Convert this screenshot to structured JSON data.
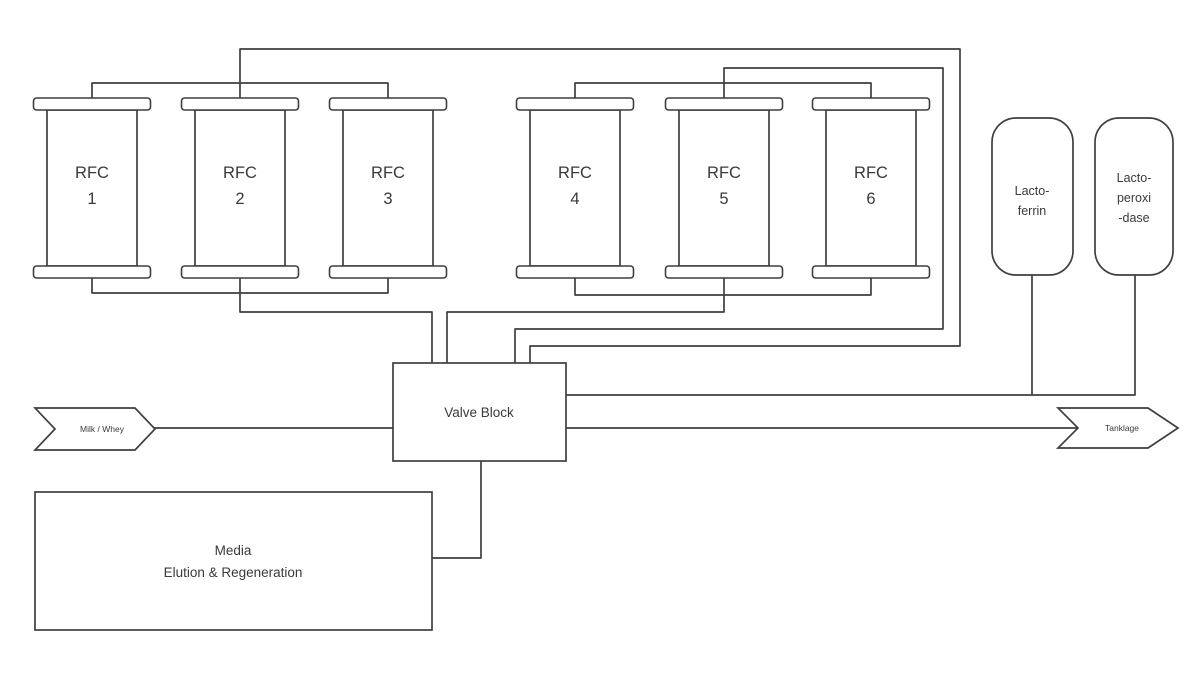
{
  "diagram": {
    "columns": [
      {
        "label": "RFC",
        "number": "1"
      },
      {
        "label": "RFC",
        "number": "2"
      },
      {
        "label": "RFC",
        "number": "3"
      },
      {
        "label": "RFC",
        "number": "4"
      },
      {
        "label": "RFC",
        "number": "5"
      },
      {
        "label": "RFC",
        "number": "6"
      }
    ],
    "valve_block": {
      "label": "Valve Block"
    },
    "media_box": {
      "line1": "Media",
      "line2": "Elution & Regeneration"
    },
    "tanks": [
      {
        "lines": [
          "Lacto-",
          "ferrin"
        ]
      },
      {
        "lines": [
          "Lacto-",
          "peroxi",
          "-dase"
        ]
      }
    ],
    "input_arrow": {
      "label": "Milk / Whey"
    },
    "output_arrow": {
      "label": "Tanklage"
    },
    "colors": {
      "line": "#3f3f3f",
      "text": "#3a3a3a",
      "background": "#ffffff"
    }
  }
}
